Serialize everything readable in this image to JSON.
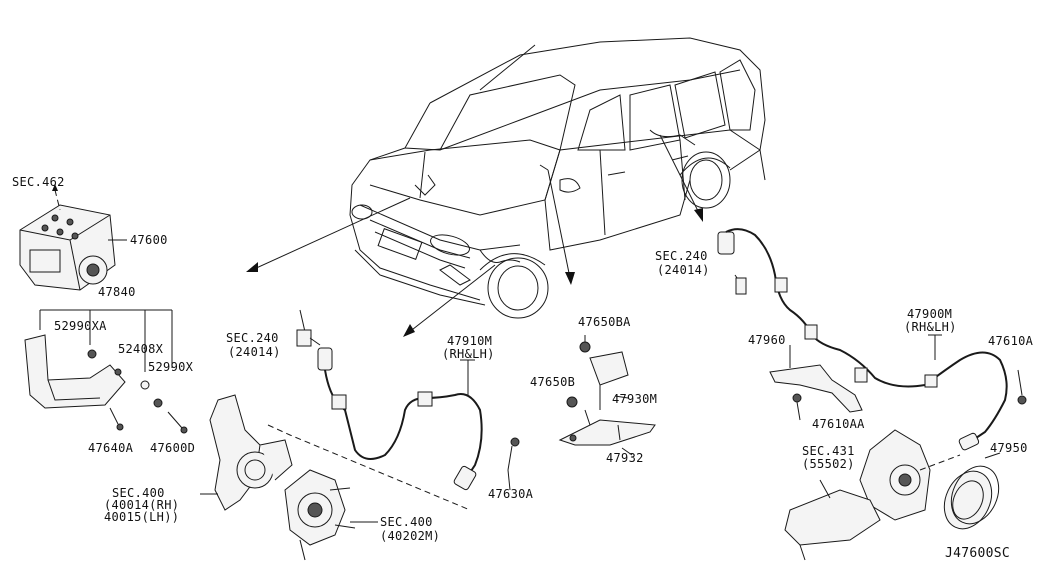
{
  "labels": {
    "sec462": "SEC.462",
    "p47600": "47600",
    "p47840": "47840",
    "p52990xa": "52990XA",
    "p52408x": "52408X",
    "p52990x": "52990X",
    "p47640a": "47640A",
    "p47600d": "47600D",
    "sec240_left": "SEC.240",
    "sec240_left_sub": "(24014)",
    "p47910m": "47910M",
    "p47910m_sub": "(RH&LH)",
    "sec400_a": "SEC.400",
    "sec400_a_sub1": "(40014(RH)",
    "sec400_a_sub2": "40015(LH))",
    "sec400_b": "SEC.400",
    "sec400_b_sub": "(40202M)",
    "p47630a": "47630A",
    "p47650ba": "47650BA",
    "p47650b": "47650B",
    "p47930m": "47930M",
    "p47932": "47932",
    "sec240_right": "SEC.240",
    "sec240_right_sub": "(24014)",
    "p47960": "47960",
    "p47900m": "47900M",
    "p47900m_sub": "(RH&LH)",
    "p47610a": "47610A",
    "p47610aa": "47610AA",
    "sec431": "SEC.431",
    "sec431_sub": "(55502)",
    "p47950": "47950",
    "diagram_id": "J47600SC"
  }
}
